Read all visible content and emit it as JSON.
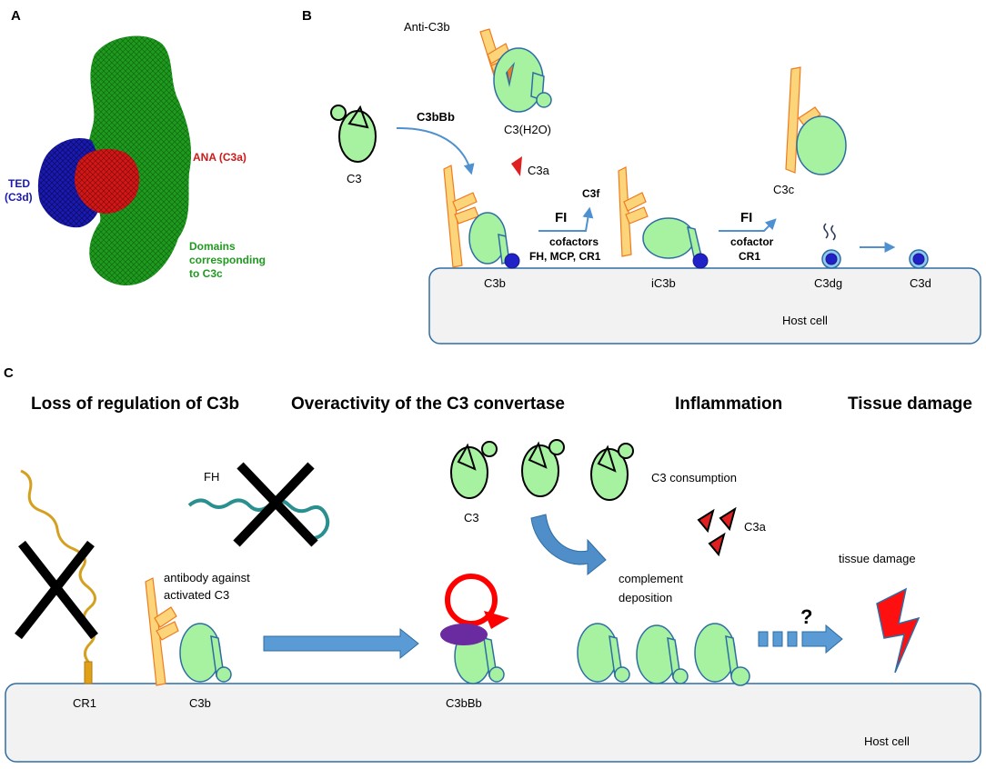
{
  "panels": {
    "a": "A",
    "b": "B",
    "c": "C"
  },
  "panel_a": {
    "ana_label": "ANA (C3a)",
    "ted_label_line1": "TED",
    "ted_label_line2": "(C3d)",
    "domains_line1": "Domains",
    "domains_line2": "corresponding",
    "domains_line3": "to C3c",
    "colors": {
      "c3c": "#1f9a1f",
      "c3a": "#d01818",
      "c3d": "#1a1ab0"
    }
  },
  "panel_b": {
    "anti_c3b": "Anti-C3b",
    "c3": "C3",
    "c3bbb": "C3bBb",
    "c3h2o": "C3(H2O)",
    "c3a": "C3a",
    "c3c": "C3c",
    "c3f": "C3f",
    "fi_1": "FI",
    "cofactors_line1": "cofactors",
    "cofactors_line2": "FH, MCP, CR1",
    "fi_2": "FI",
    "cofactor_line1": "cofactor",
    "cofactor_line2": "CR1",
    "c3b": "C3b",
    "ic3b": "iC3b",
    "c3dg": "C3dg",
    "c3d": "C3d",
    "host_cell": "Host cell"
  },
  "panel_c": {
    "header_1": "Loss of regulation of C3b",
    "header_2": "Overactivity of the C3 convertase",
    "header_3": "Inflammation",
    "header_4": "Tissue damage",
    "fh": "FH",
    "antibody_line1": "antibody against",
    "antibody_line2": "activated C3",
    "c3": "C3",
    "c3_consumption": "C3 consumption",
    "c3a": "C3a",
    "complement_line1": "complement",
    "complement_line2": "deposition",
    "tissue_damage": "tissue damage",
    "question": "?",
    "cr1": "CR1",
    "c3b": "C3b",
    "c3bbb": "C3bBb",
    "host_cell": "Host cell"
  }
}
